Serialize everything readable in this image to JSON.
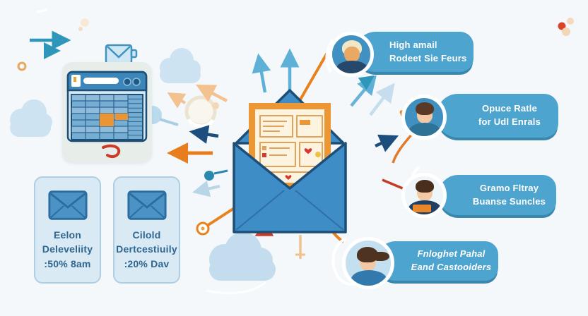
{
  "cards": [
    {
      "title": "Eelon",
      "subtitle": "Deleveliity",
      "value": ":50% 8am"
    },
    {
      "title": "Cilold",
      "subtitle": "Dertcestiuily",
      "value": ":20% Dav"
    }
  ],
  "banners": [
    {
      "line1": "High amail",
      "line2": "Rodeet Sie Feurs"
    },
    {
      "line1": "Opuce Ratle",
      "line2": "for Udl Enrals"
    },
    {
      "line1": "Gramo Fltray",
      "line2": "Buanse Suncles"
    },
    {
      "line1": "Fnloghet Pahal",
      "line2": "Eand Castooiders"
    }
  ],
  "icons": {
    "center": "open-envelope-with-letter",
    "cards": "envelope-icon",
    "window": "browser-spreadsheet-icon"
  },
  "colors": {
    "background": "#f4f8fb",
    "banner_blue": "#4da4ce",
    "banner_edge": "#3a87ae",
    "card_bg": "#d9eaf5",
    "card_border": "#aecfe2",
    "card_text": "#2f6690",
    "envelope_blue": "#3e8dc6",
    "outline_navy": "#1d4e78",
    "doc_frame_orange": "#ec9733",
    "paper_cream": "#fcf4e0",
    "accent_orange": "#e8821e",
    "accent_red": "#cc3b2a",
    "cloud_blue": "#cde3f2"
  }
}
